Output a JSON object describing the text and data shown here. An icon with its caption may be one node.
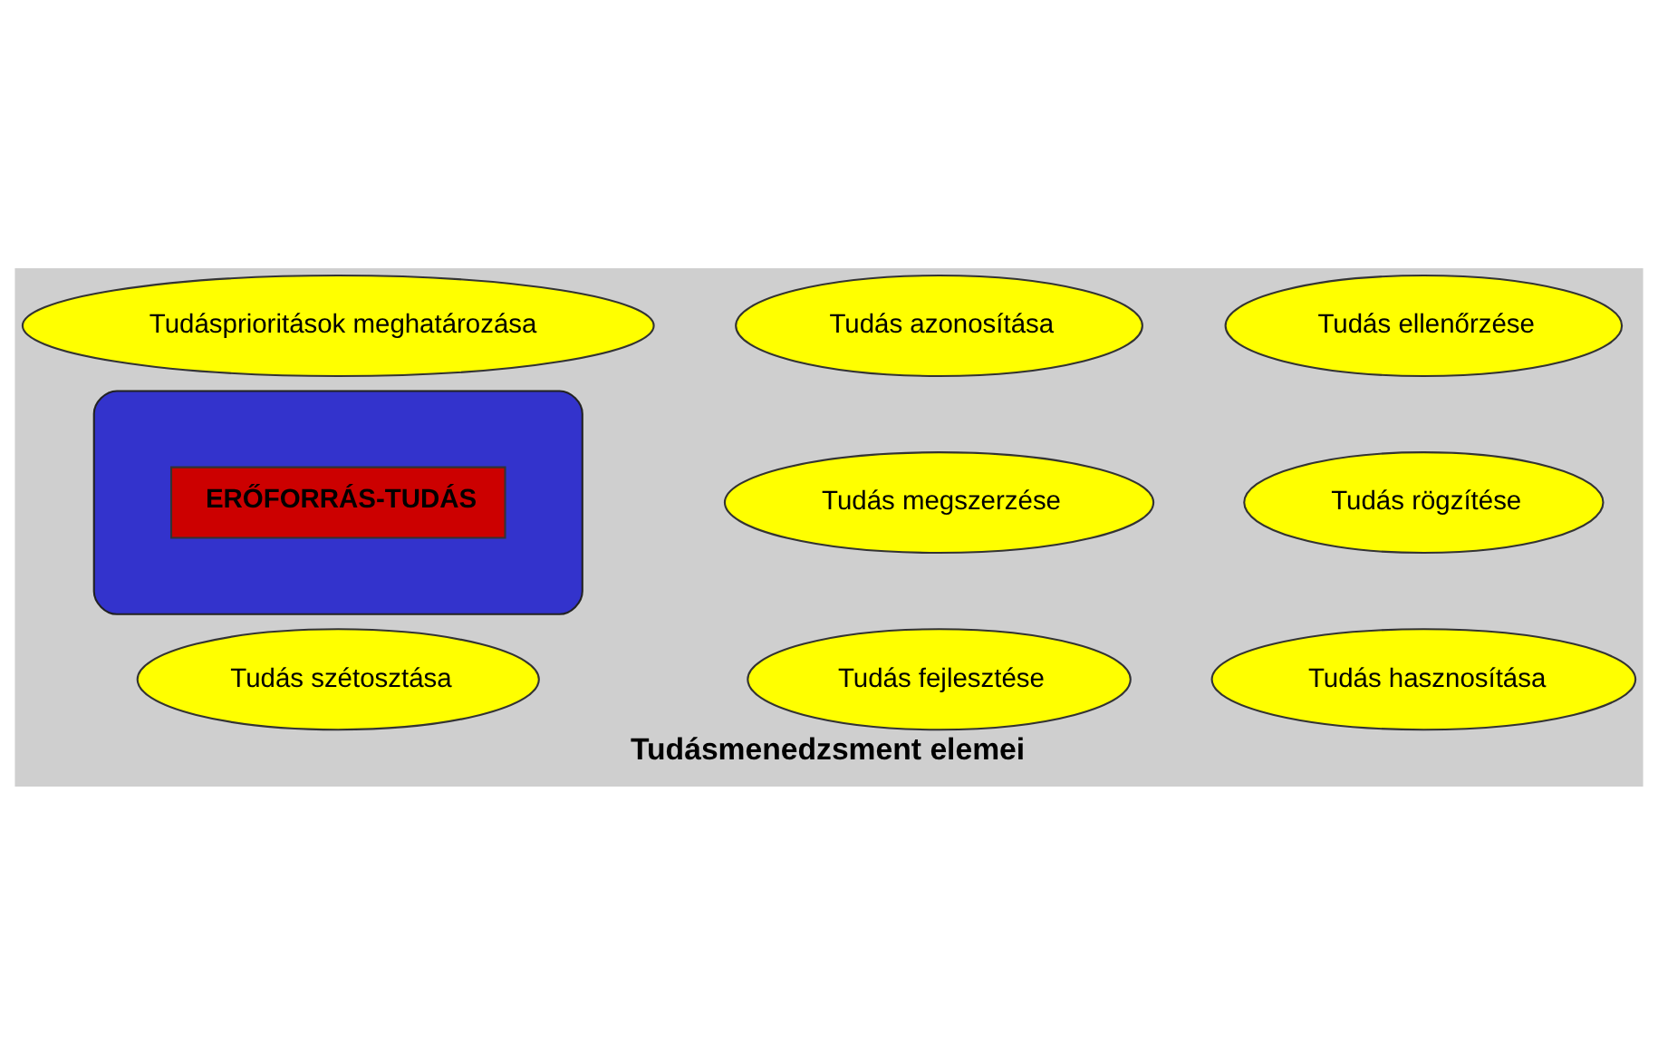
{
  "diagram": {
    "caption": "Tudásmenedzsment elemei",
    "nodes": [
      {
        "text": [],
        "shape": "ellipse"
      },
      {
        "text": [
          "ERŐFORRÁS-TUDÁS"
        ],
        "in": 0
      },
      {
        "text": [
          "Tudásprioritások meghatározása"
        ]
      },
      {
        "text": [
          "Tudás azonosítása"
        ]
      },
      {
        "text": [
          "Tudás ellenőrzése"
        ]
      },
      {
        "text": [
          "Tudás megszerzése"
        ]
      },
      {
        "text": [
          "Tudás rögzítése"
        ]
      },
      {
        "text": [
          "Tudás fejlesztése"
        ]
      },
      {
        "text": [
          "Tudás hasznosítása"
        ]
      },
      {
        "text": [
          "Tudás szétosztása"
        ]
      }
    ],
    "edges": []
  }
}
